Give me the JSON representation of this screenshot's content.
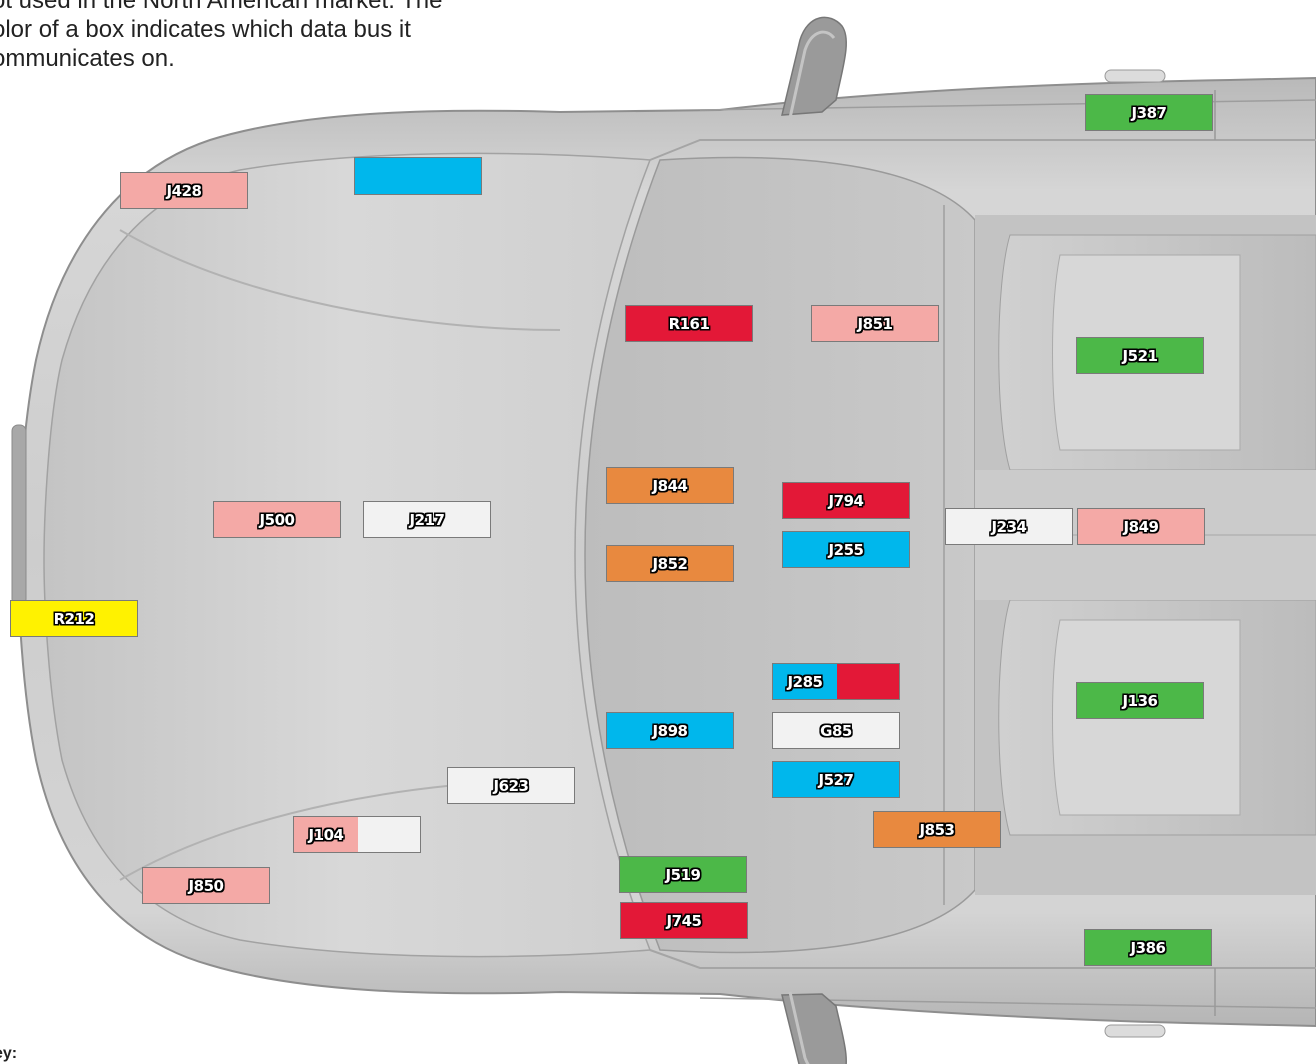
{
  "intro": {
    "lines": [
      "ot used in the North American market. The",
      "olor of a box indicates which data bus it",
      "ommunicates on."
    ]
  },
  "key_label": "ey:",
  "colors": {
    "pink": "#f4a9a6",
    "blue": "#00b7ec",
    "red": "#e31837",
    "orange": "#e8893f",
    "green": "#4cb848",
    "white": "#f2f2f2",
    "yellow": "#fff200"
  },
  "modules": [
    {
      "id": "j387",
      "label": "J387",
      "color": "green"
    },
    {
      "id": "j428",
      "label": "J428",
      "color": "pink"
    },
    {
      "id": "unlabeled-blue",
      "label": "",
      "color": "blue"
    },
    {
      "id": "r161",
      "label": "R161",
      "color": "red"
    },
    {
      "id": "j851",
      "label": "J851",
      "color": "pink"
    },
    {
      "id": "j521",
      "label": "J521",
      "color": "green"
    },
    {
      "id": "j844",
      "label": "J844",
      "color": "orange"
    },
    {
      "id": "j794",
      "label": "J794",
      "color": "red"
    },
    {
      "id": "j500",
      "label": "J500",
      "color": "pink"
    },
    {
      "id": "j217",
      "label": "J217",
      "color": "white"
    },
    {
      "id": "j234",
      "label": "J234",
      "color": "white"
    },
    {
      "id": "j849",
      "label": "J849",
      "color": "pink"
    },
    {
      "id": "j255",
      "label": "J255",
      "color": "blue"
    },
    {
      "id": "j852",
      "label": "J852",
      "color": "orange"
    },
    {
      "id": "r212",
      "label": "R212",
      "color": "yellow"
    },
    {
      "id": "j285",
      "label": "J285",
      "color": "blue",
      "second_color": "red"
    },
    {
      "id": "j136",
      "label": "J136",
      "color": "green"
    },
    {
      "id": "j898",
      "label": "J898",
      "color": "blue"
    },
    {
      "id": "g85",
      "label": "G85",
      "color": "white"
    },
    {
      "id": "j623",
      "label": "J623",
      "color": "white"
    },
    {
      "id": "j527",
      "label": "J527",
      "color": "blue"
    },
    {
      "id": "j104",
      "label": "J104",
      "color": "pink",
      "second_color": "white"
    },
    {
      "id": "j853",
      "label": "J853",
      "color": "orange"
    },
    {
      "id": "j519",
      "label": "J519",
      "color": "green"
    },
    {
      "id": "j850",
      "label": "J850",
      "color": "pink"
    },
    {
      "id": "j745",
      "label": "J745",
      "color": "red"
    },
    {
      "id": "j386",
      "label": "J386",
      "color": "green"
    }
  ]
}
